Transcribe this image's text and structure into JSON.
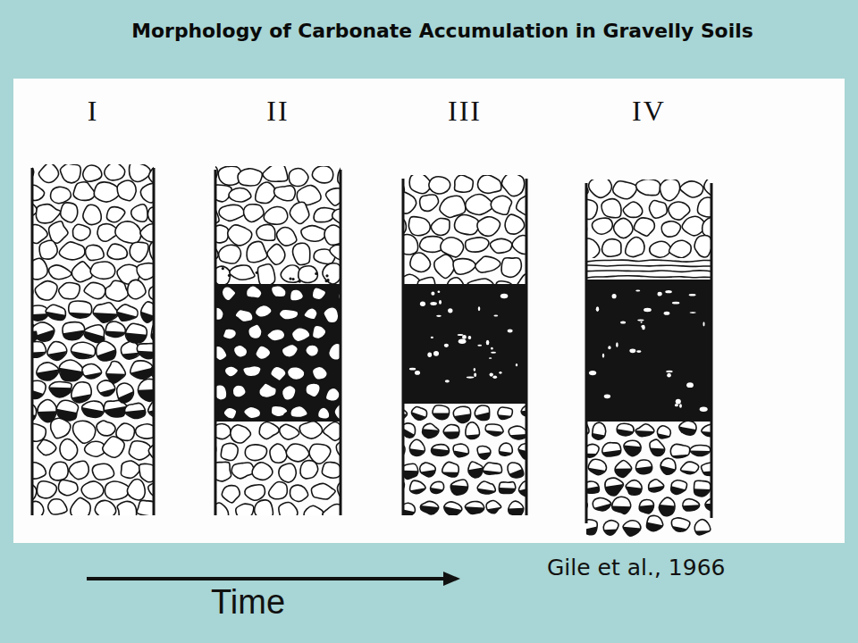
{
  "diagram": {
    "title": "Morphology of Carbonate Accumulation in Gravelly Soils",
    "nodes": [
      {
        "text": [
          "I"
        ]
      },
      {
        "text": [
          "II"
        ]
      },
      {
        "text": [
          "III"
        ]
      },
      {
        "text": [
          "IV"
        ]
      }
    ],
    "labels": [
      "Gile et al., 1966",
      "Time"
    ]
  }
}
